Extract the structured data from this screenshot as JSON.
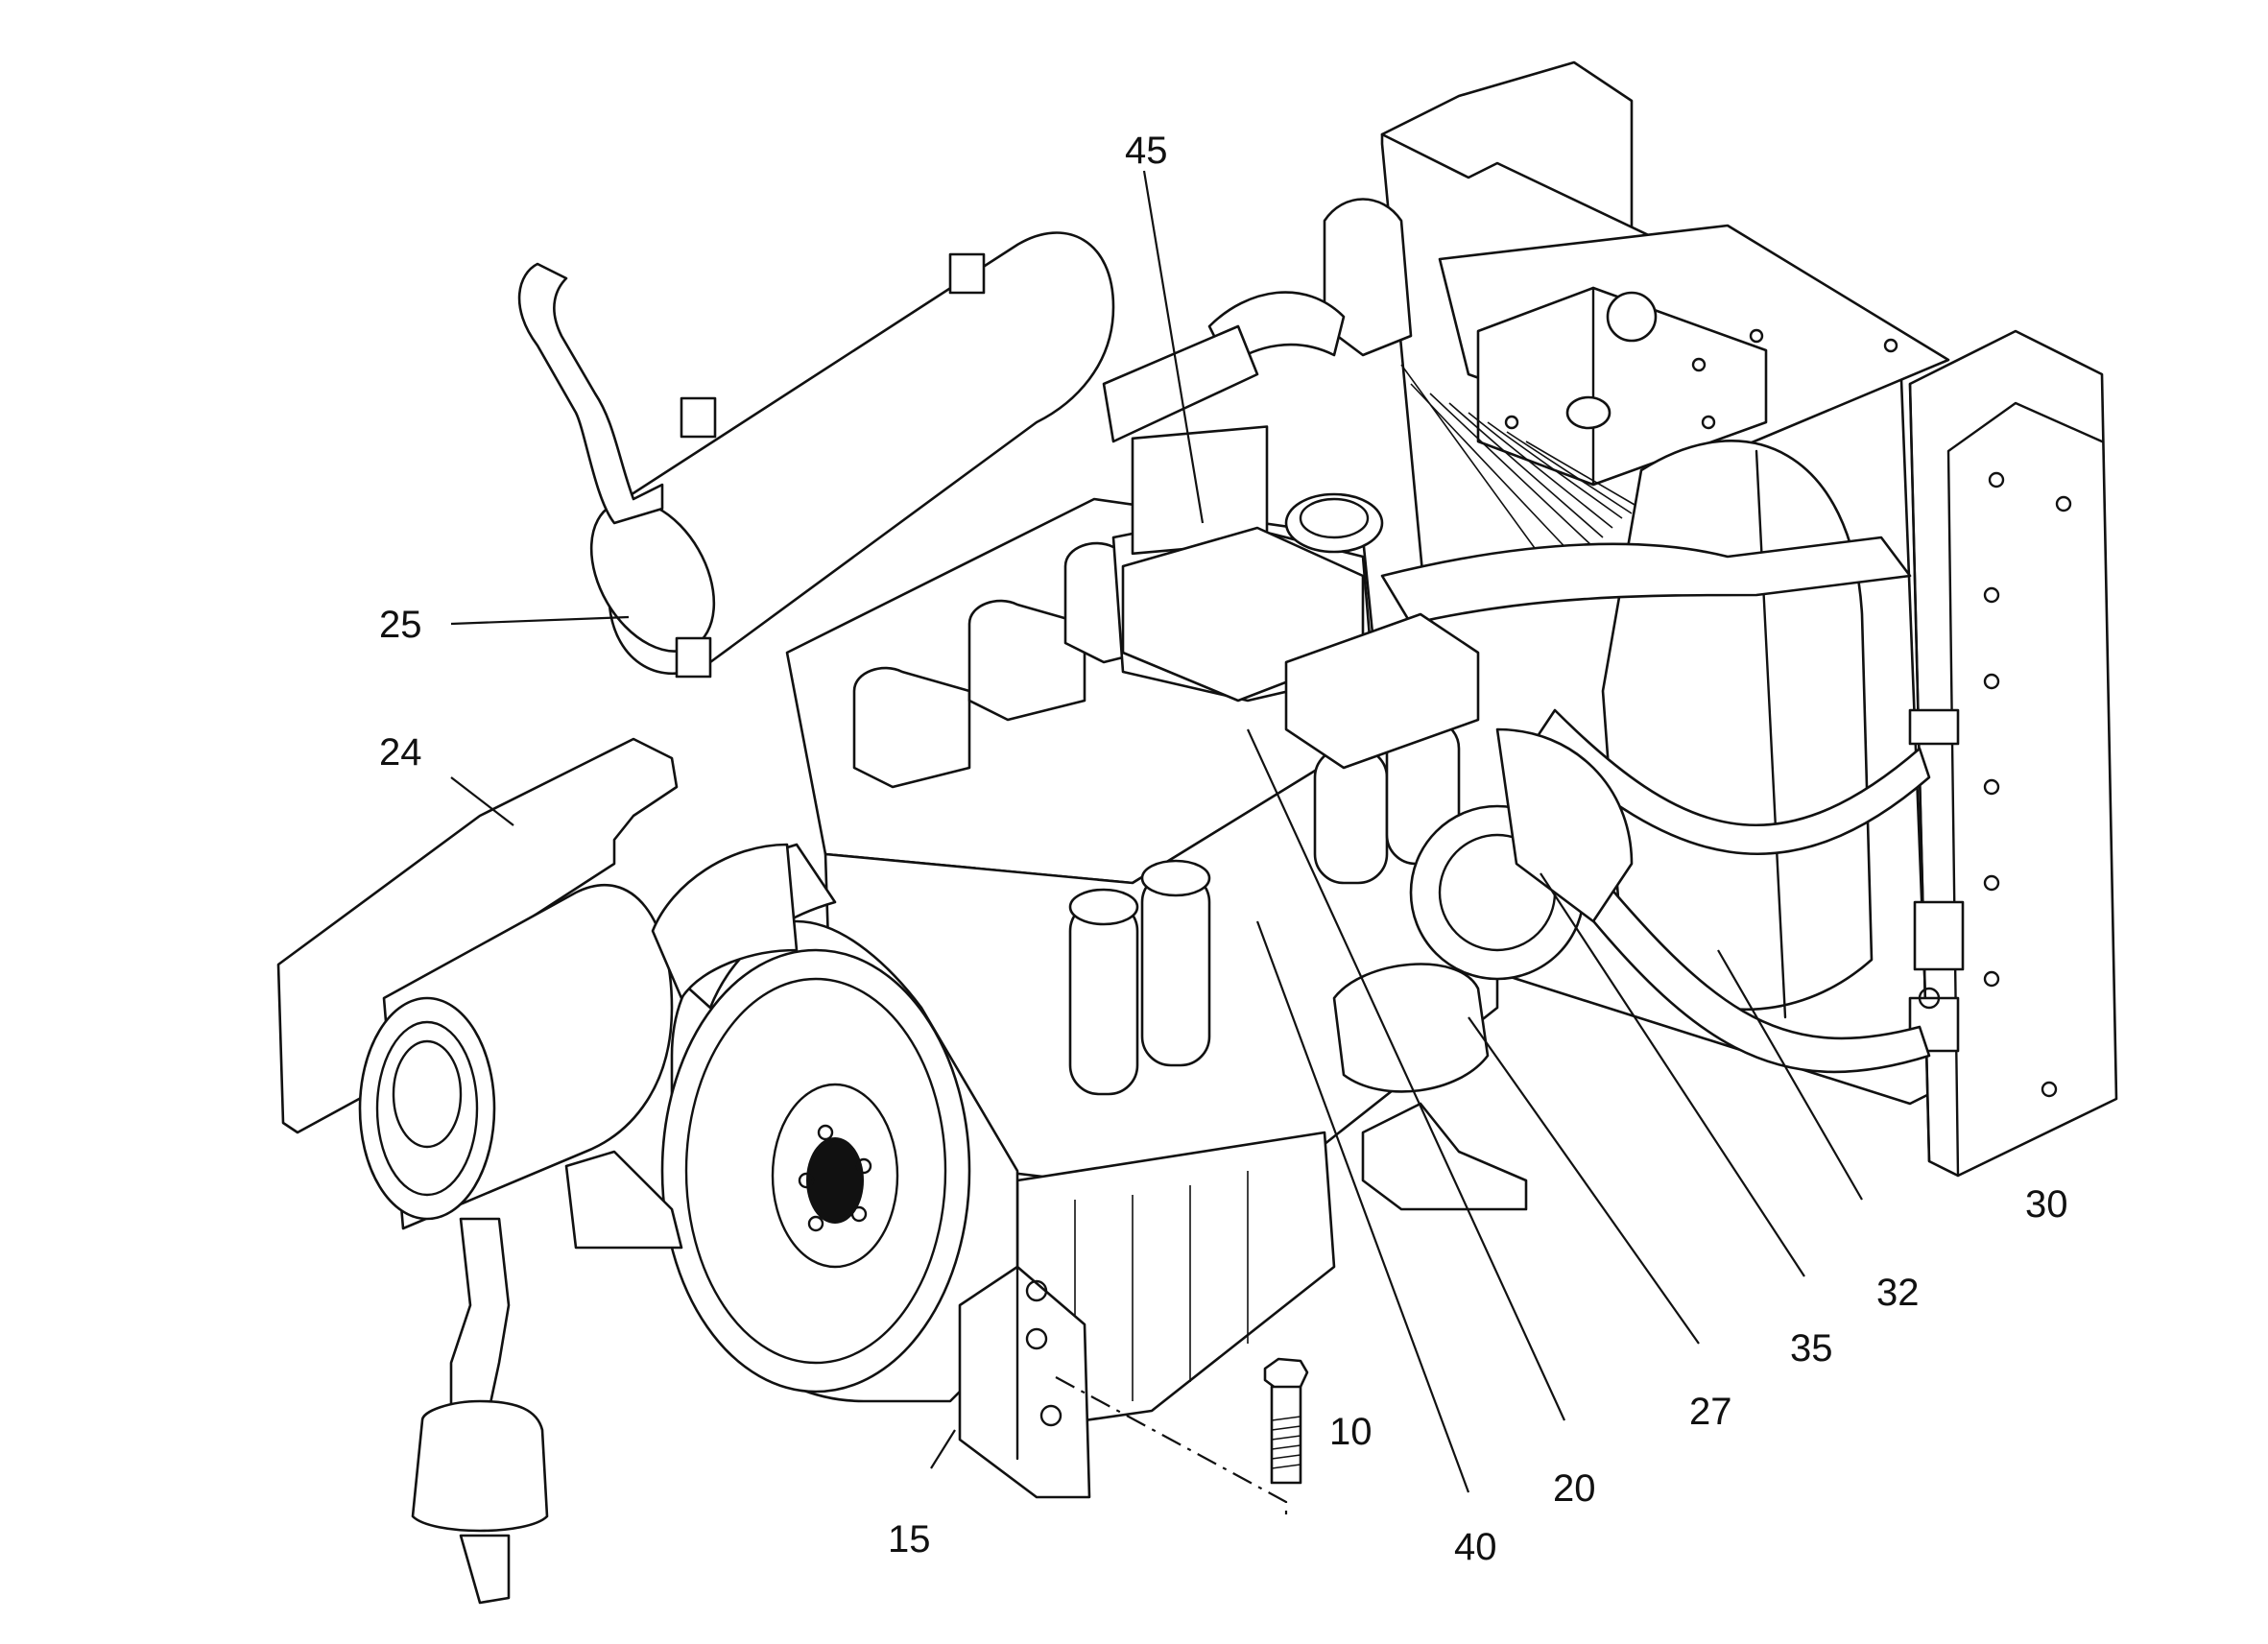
{
  "diagram": {
    "callouts": [
      {
        "id": "45",
        "label": "45"
      },
      {
        "id": "25",
        "label": "25"
      },
      {
        "id": "24",
        "label": "24"
      },
      {
        "id": "30",
        "label": "30"
      },
      {
        "id": "32",
        "label": "32"
      },
      {
        "id": "35",
        "label": "35"
      },
      {
        "id": "27",
        "label": "27"
      },
      {
        "id": "20",
        "label": "20"
      },
      {
        "id": "40",
        "label": "40"
      },
      {
        "id": "10",
        "label": "10"
      },
      {
        "id": "15",
        "label": "15"
      }
    ]
  }
}
